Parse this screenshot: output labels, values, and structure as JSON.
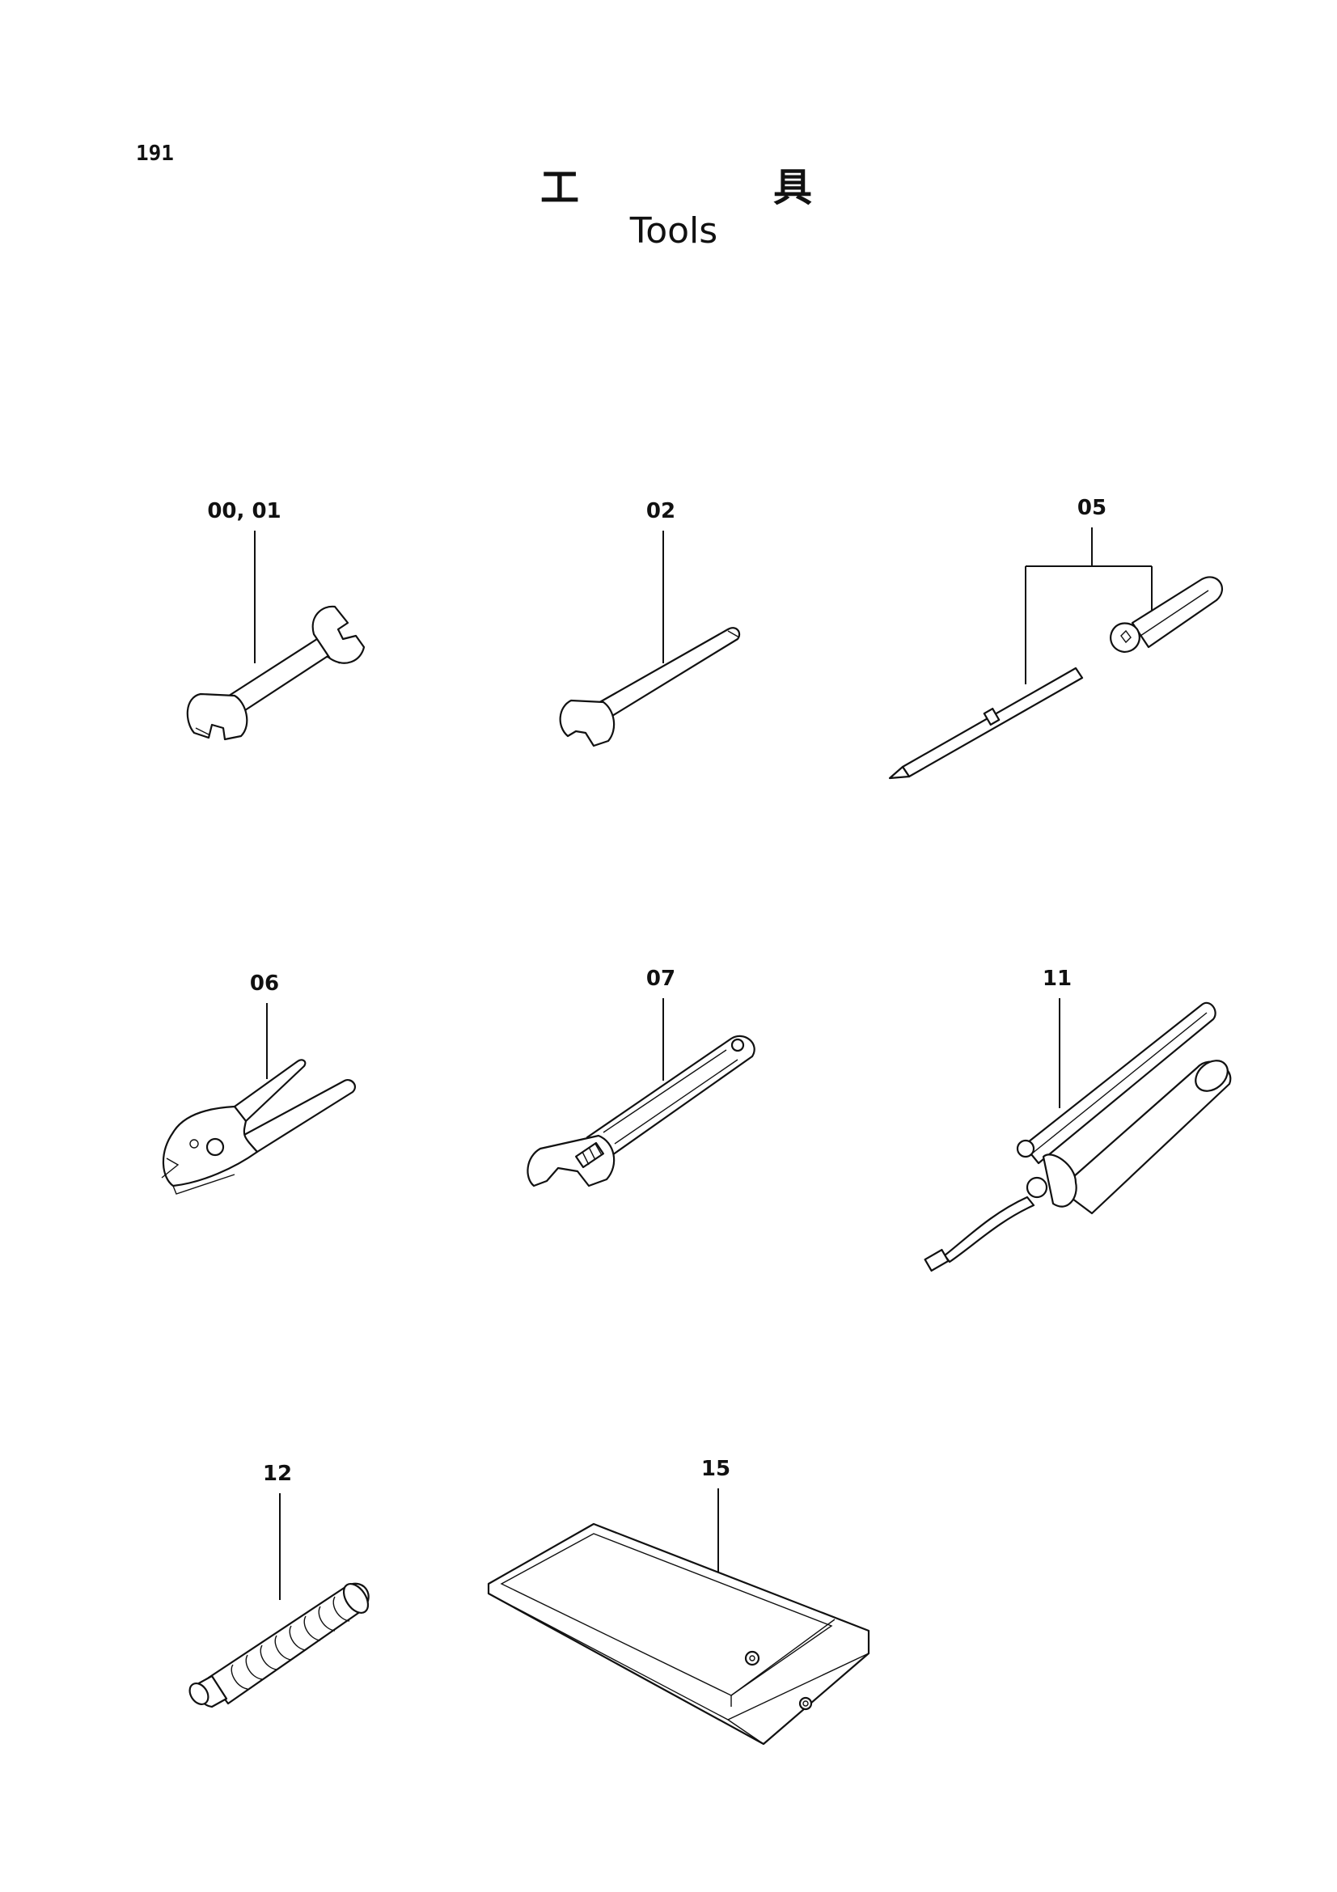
{
  "page_number": "191",
  "title": {
    "jp_left": "工",
    "jp_right": "具",
    "en": "Tools"
  },
  "callouts": {
    "c0001": "00, 01",
    "c02": "02",
    "c05": "05",
    "c06": "06",
    "c07": "07",
    "c11": "11",
    "c12": "12",
    "c15": "15"
  },
  "tools": [
    {
      "callout": "00, 01",
      "icon": "double-open-end-wrench-icon"
    },
    {
      "callout": "02",
      "icon": "single-open-end-wrench-icon"
    },
    {
      "callout": "05",
      "icon": "screwdriver-set-icon"
    },
    {
      "callout": "06",
      "icon": "pliers-icon"
    },
    {
      "callout": "07",
      "icon": "adjustable-wrench-icon"
    },
    {
      "callout": "11",
      "icon": "grease-gun-icon"
    },
    {
      "callout": "12",
      "icon": "grease-cartridge-icon"
    },
    {
      "callout": "15",
      "icon": "tool-bag-icon"
    }
  ]
}
